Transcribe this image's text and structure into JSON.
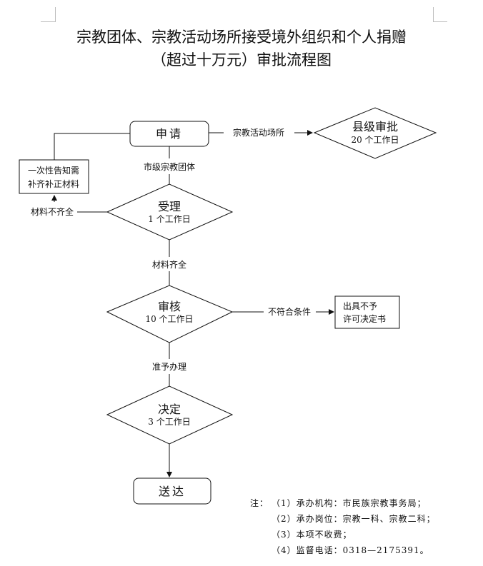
{
  "title": {
    "line1": "宗教团体、宗教活动场所接受境外组织和个人捐赠",
    "line2": "（超过十万元）审批流程图"
  },
  "nodes": {
    "apply": {
      "label": "申请"
    },
    "county": {
      "label": "县级审批",
      "time": "20 个工作日"
    },
    "notify": {
      "line1": "一次性告知需",
      "line2": "补齐补正材料"
    },
    "accept": {
      "label": "受理",
      "time": "1 个工作日"
    },
    "review": {
      "label": "审核",
      "time": "10 个工作日"
    },
    "refuse": {
      "line1": "出具不予",
      "line2": "许可决定书"
    },
    "decide": {
      "label": "决定",
      "time": "3 个工作日"
    },
    "deliver": {
      "label": "送达"
    }
  },
  "edges": {
    "to_county": "宗教活动场所",
    "city_group": "市级宗教团体",
    "incomplete": "材料不齐全",
    "complete": "材料齐全",
    "not_meet": "不符合条件",
    "approve": "准予办理"
  },
  "notes": {
    "label": "注：",
    "items": [
      "（1）承办机构：市民族宗教事务局；",
      "（2）承办岗位：宗教一科、宗教二科；",
      "（3）本项不收费；",
      "（4）监督电话：0318—2175391。"
    ]
  }
}
